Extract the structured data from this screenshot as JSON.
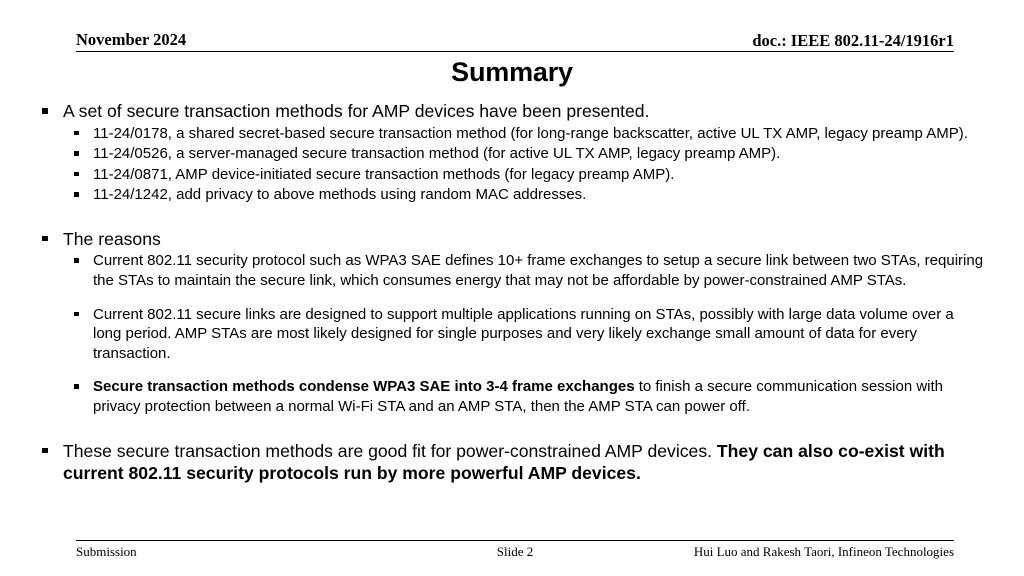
{
  "header": {
    "date": "November 2024",
    "doc_id": "doc.: IEEE 802.11-24/1916r1"
  },
  "title": "Summary",
  "content": {
    "b1": "A set of secure transaction methods for AMP devices have been presented.",
    "b1s1": "11-24/0178, a shared secret-based secure transaction method (for long-range backscatter, active UL TX AMP, legacy preamp AMP).",
    "b1s2": "11-24/0526, a server-managed secure transaction method (for active UL TX AMP, legacy preamp AMP).",
    "b1s3": "11-24/0871, AMP device-initiated secure transaction methods (for legacy preamp AMP).",
    "b1s4": "11-24/1242, add privacy to above methods using random MAC addresses.",
    "b2": "The reasons",
    "b2s1": "Current 802.11 security protocol such as WPA3 SAE defines 10+ frame exchanges to setup a secure link between two STAs, requiring the STAs to maintain the secure link, which consumes energy that may not be affordable by power-constrained AMP STAs.",
    "b2s2": "Current 802.11 secure links are designed to support multiple applications running on STAs, possibly with large data volume over a long period. AMP STAs are most likely designed for single purposes and very likely exchange small amount of data for every transaction.",
    "b2s3_bold": "Secure transaction methods condense WPA3 SAE into 3-4 frame exchanges",
    "b2s3_rest": " to finish a secure communication session with privacy protection between a normal Wi-Fi STA and an AMP STA, then the AMP STA can power off.",
    "b3_normal": "These secure transaction methods are good fit for power-constrained AMP devices. ",
    "b3_bold": "They can also co-exist with current 802.11 security protocols run by more powerful AMP devices."
  },
  "footer": {
    "left": "Submission",
    "center": "Slide 2",
    "right": "Hui Luo and Rakesh Taori, Infineon Technologies"
  },
  "colors": {
    "text": "#000000",
    "background": "#ffffff",
    "rule": "#000000"
  }
}
